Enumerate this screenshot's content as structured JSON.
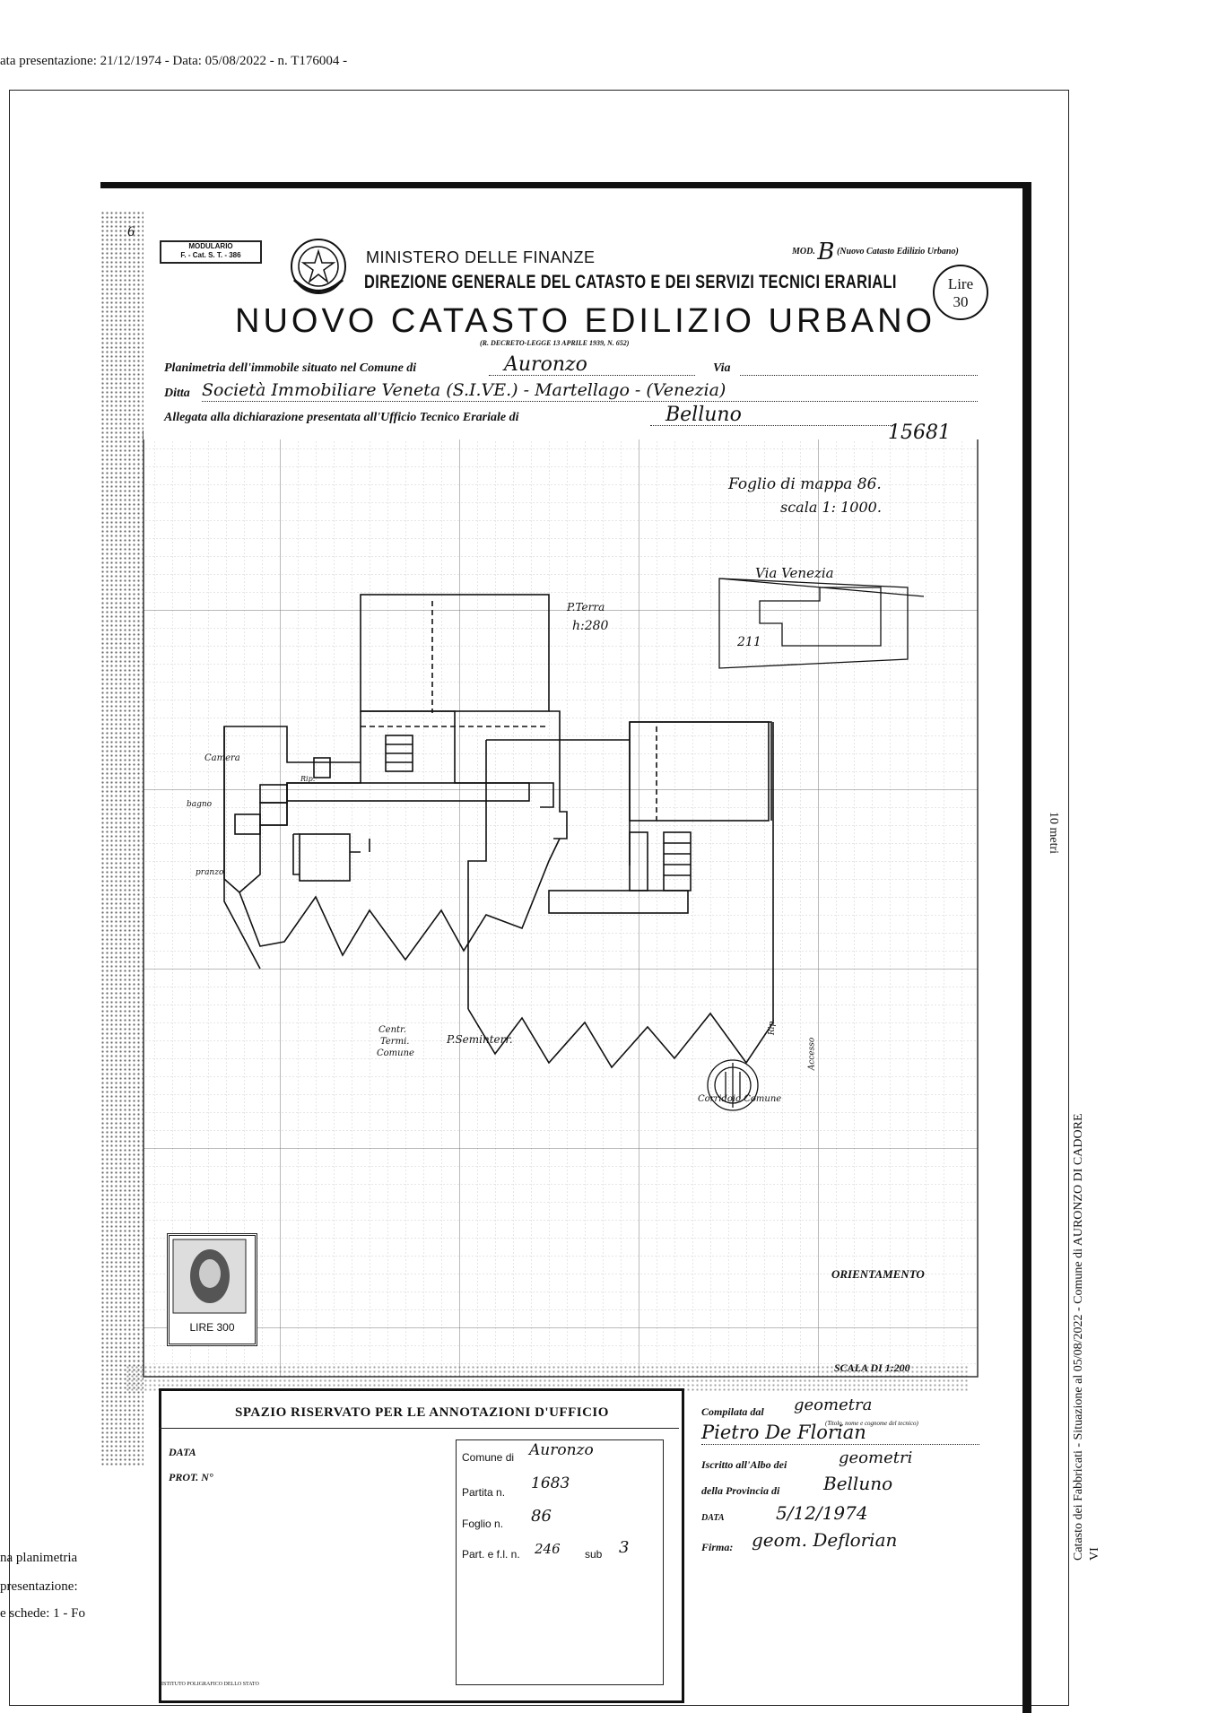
{
  "header": {
    "meta_line": "ata presentazione: 21/12/1974 - Data: 05/08/2022 - n. T176004 -"
  },
  "form": {
    "modulario": "MODULARIO",
    "modulario_sub": "F. - Cat. S. T. - 386",
    "ministero": "MINISTERO DELLE FINANZE",
    "direzione": "DIREZIONE GENERALE DEL CATASTO E DEI SERVIZI TECNICI ERARIALI",
    "title": "NUOVO CATASTO EDILIZIO URBANO",
    "decreto": "(R. DECRETO-LEGGE 13 APRILE 1939, N. 652)",
    "mod_prefix": "MOD.",
    "mod_letter": "B",
    "mod_suffix": "(Nuovo Catasto Edilizio Urbano)",
    "lire_label": "Lire",
    "lire_value": "30",
    "planimetria_label": "Planimetria dell'immobile situato nel Comune di",
    "comune_value": "Auronzo",
    "via_label": "Via",
    "ditta_label": "Ditta",
    "ditta_value": "Società Immobiliare Veneta (S.I.VE.) - Martellago - (Venezia)",
    "allegata_label": "Allegata alla dichiarazione presentata all'Ufficio Tecnico Erariale di",
    "ufficio_value": "Belluno",
    "page_number": "6",
    "protocol_number": "15681"
  },
  "plan": {
    "foglio_mappa": "Foglio di mappa 86.",
    "scala_mappa": "scala 1: 1000.",
    "via_venezia": "Via Venezia",
    "parcel": "211",
    "p_terra": "P.Terra",
    "h_value": "h:280",
    "camera": "Camera",
    "bagno": "bagno",
    "pranzo": "pranzo",
    "rip": "Rip.",
    "centr_termica": "Centr.",
    "termica": "Termi.",
    "comune": "Comune",
    "p_seminterr": "P.Seminterr.",
    "ripostiglio": "Rip.",
    "accesso": "Accesso",
    "corridoio": "Corridoio Comune",
    "orientamento": "ORIENTAMENTO",
    "scala": "SCALA DI 1:200",
    "stamp_value": "LIRE 300",
    "ten_metri": "10 metri"
  },
  "office": {
    "title": "SPAZIO RISERVATO PER LE ANNOTAZIONI D'UFFICIO",
    "data_label": "DATA",
    "prot_label": "PROT. N°",
    "comune_label": "Comune di",
    "comune_value": "Auronzo",
    "partita_label": "Partita n.",
    "partita_value": "1683",
    "foglio_label": "Foglio n.",
    "foglio_value": "86",
    "part_label": "Part. e f.l. n.",
    "part_value": "246",
    "sub_label": "sub",
    "sub_value": "3",
    "printer": "ISTITUTO POLIGRAFICO DELLO STATO"
  },
  "compiler": {
    "compilata_label": "Compilata dal",
    "compilata_value": "geometra",
    "titolo_hint": "(Titolo, nome e cognome del tecnico)",
    "nome_value": "Pietro De Florian",
    "iscritto_label": "Iscritto all'Albo dei",
    "iscritto_value": "geometri",
    "provincia_label": "della Provincia di",
    "provincia_value": "Belluno",
    "data_label": "DATA",
    "data_value": "5/12/1974",
    "firma_label": "Firma:",
    "firma_value": "geom. Deflorian"
  },
  "side_text": {
    "vertical": "Catasto dei Fabbricati - Situazione al 05/08/2022 - Comune di AURONZO DI CADORE",
    "vertical_sub": "VI"
  },
  "footer_fragments": {
    "line1": "na planimetria",
    "line2": "presentazione:",
    "line3": "e schede: 1 - Fo"
  }
}
